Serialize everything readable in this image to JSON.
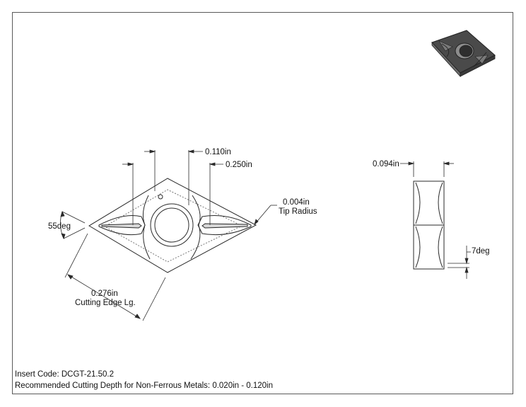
{
  "dimensions": {
    "hole_dim": "0.110in",
    "width_dim": "0.250in",
    "thickness_dim": "0.094in",
    "tip_radius_value": "0.004in",
    "tip_radius_label": "Tip Radius",
    "angle_dim": "55deg",
    "edge_length_value": "0.276in",
    "edge_length_label": "Cutting Edge Lg.",
    "clearance_angle": "7deg"
  },
  "footer": {
    "insert_code": "Insert Code: DCGT-21.50.2",
    "cutting_depth": "Recommended Cutting Depth for Non-Ferrous Metals: 0.020in - 0.120in"
  },
  "colors": {
    "line": "#2a2a2a",
    "iso_dark": "#4a4a4a",
    "iso_mid": "#6e6e6e",
    "iso_light": "#8c8c8c"
  }
}
